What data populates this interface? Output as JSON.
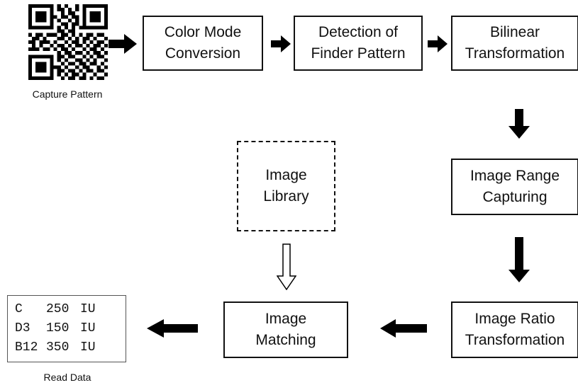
{
  "capture": {
    "label": "Capture Pattern",
    "qr_modules": [
      "1111111010100101111111",
      "1000001011010101000001",
      "1011101001011001011101",
      "1011101101101101011101",
      "1011101010010101011101",
      "1000001001101101000001",
      "1111111010101011111111",
      "0000000011011000000000",
      "1011011101101010110110",
      "0110100011010101101001",
      "1101110100101101010110",
      "0101001011010110101101",
      "1110110101101001011010",
      "0000000010110110101101",
      "1111111011011001010110",
      "1000001010100110101001",
      "1011101001011011011010",
      "1011101110100101100101",
      "1011101011011010110110",
      "1000001010101101001001",
      "1111111001011011010110",
      "0000000000000000000000"
    ]
  },
  "steps": {
    "color_mode": {
      "line1": "Color Mode",
      "line2": "Conversion"
    },
    "finder": {
      "line1": "Detection of",
      "line2": "Finder Pattern"
    },
    "bilinear": {
      "line1": "Bilinear",
      "line2": "Transformation"
    },
    "range": {
      "line1": "Image Range",
      "line2": "Capturing"
    },
    "ratio": {
      "line1": "Image Ratio",
      "line2": "Transformation"
    },
    "matching": {
      "line1": "Image",
      "line2": "Matching"
    },
    "library": {
      "line1": "Image",
      "line2": "Library"
    }
  },
  "read_data": {
    "label": "Read Data",
    "rows": [
      {
        "vitamin": "C",
        "amount": "250",
        "unit": "IU"
      },
      {
        "vitamin": "D3",
        "amount": "150",
        "unit": "IU"
      },
      {
        "vitamin": "B12",
        "amount": "350",
        "unit": "IU"
      }
    ]
  }
}
